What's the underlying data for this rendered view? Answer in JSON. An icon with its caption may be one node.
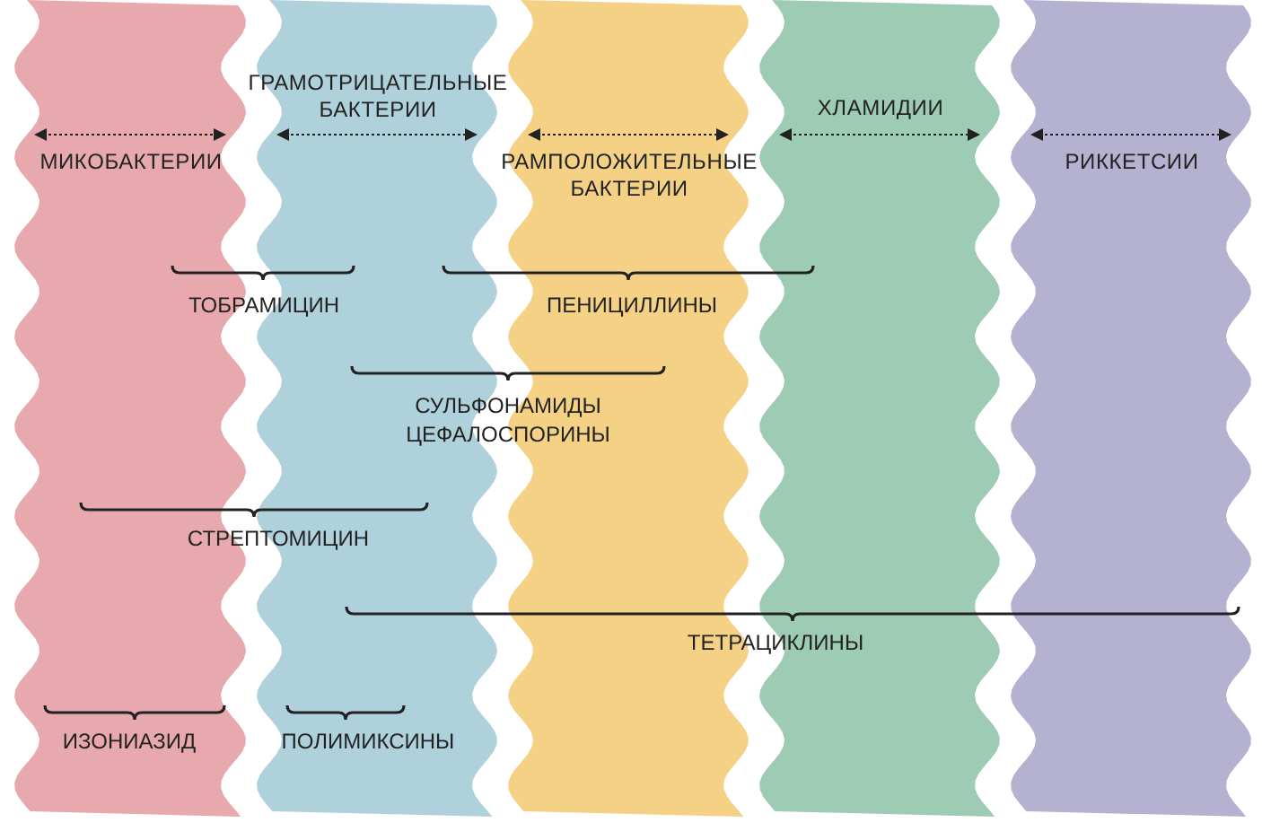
{
  "diagram": {
    "nodes": [
      {
        "text": [
          "МИКОБАКТЕРИИ"
        ]
      },
      {
        "text": [
          "ГРАМОТРИЦАТЕЛЬНЫЕ БАКТЕРИИ"
        ]
      },
      {
        "text": [
          "РАМПОЛОЖИТЕЛЬНЫЕ БАКТЕРИИ"
        ]
      },
      {
        "text": [
          "ХЛАМИДИИ"
        ]
      },
      {
        "text": [
          "РИККЕТСИИ"
        ]
      }
    ],
    "labels": [
      "ТОБРАМИЦИН",
      "ПЕНИЦИЛЛИНЫ",
      "СУЛЬФОНАМИДЫ",
      "ЦЕФАЛОСПОРИНЫ",
      "СТРЕПТОМИЦИН",
      "ТЕТРАЦИКЛИНЫ",
      "ИЗОНИАЗИД",
      "ПОЛИМИКСИНЫ"
    ]
  }
}
